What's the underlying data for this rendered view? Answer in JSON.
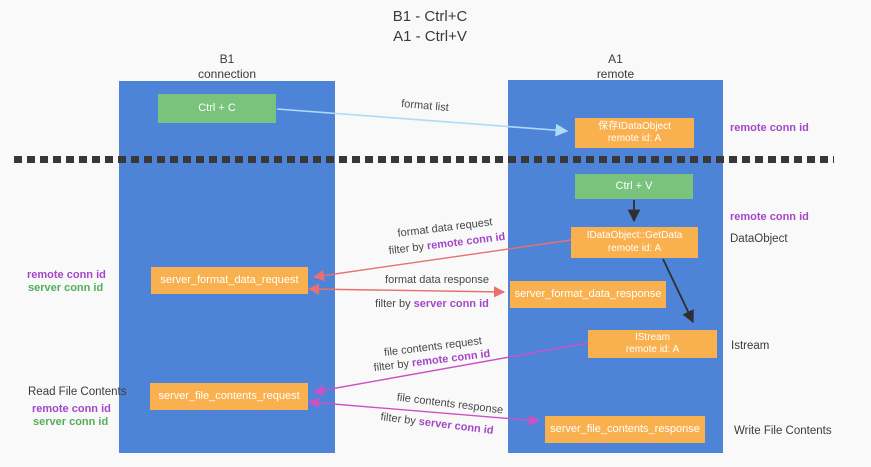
{
  "title": {
    "line1": "B1 - Ctrl+C",
    "line2": "A1 - Ctrl+V"
  },
  "columns": {
    "left": {
      "name": "B1",
      "role": "connection"
    },
    "right": {
      "name": "A1",
      "role": "remote"
    }
  },
  "nodes": {
    "ctrl_c": {
      "label": "Ctrl + C"
    },
    "save_idataobject": {
      "line1": "保存IDataObject",
      "line2": "remote id: A"
    },
    "ctrl_v": {
      "label": "Ctrl + V"
    },
    "getdata": {
      "line1": "IDataObject::GetData",
      "line2": "remote id: A"
    },
    "format_request": {
      "label": "server_format_data_request"
    },
    "format_response": {
      "label": "server_format_data_response"
    },
    "istream": {
      "line1": "IStream",
      "line2": "remote id: A"
    },
    "file_request": {
      "label": "server_file_contents_request"
    },
    "file_response": {
      "label": "server_file_contents_response"
    }
  },
  "edges": {
    "format_list": {
      "label": "format list"
    },
    "format_request": {
      "label": "format data request",
      "filter_prefix": "filter by",
      "filter_key": "remote conn id"
    },
    "format_response": {
      "label": "format data response",
      "filter_prefix": "filter by",
      "filter_key": "server conn id"
    },
    "file_request": {
      "label": "file contents request",
      "filter_prefix": "filter by",
      "filter_key": "remote conn id"
    },
    "file_response": {
      "label": "file contents response",
      "filter_prefix": "filter by",
      "filter_key": "server conn id"
    }
  },
  "annotations": {
    "right_clipboard_id": "remote conn id",
    "right_dataobject_id": "remote conn id",
    "right_dataobject": "DataObject",
    "right_istream": "Istream",
    "right_write": "Write File Contents",
    "left_format_remote": "remote conn id",
    "left_format_server": "server conn id",
    "left_read": "Read File Contents",
    "left_file_remote": "remote conn id",
    "left_file_server": "server conn id"
  },
  "colors": {
    "background": "#f9f9f9",
    "column_blue": "#4e84d7",
    "node_green": "#79c37d",
    "node_orange": "#f9b04e",
    "conn_id_purple": "#a546c8",
    "conn_id_green": "#53ae5a",
    "arrow_blue": "#aedcf7",
    "arrow_red": "#ea6f6f",
    "arrow_magenta": "#cc52c4",
    "arrow_black": "#2f2f2f"
  }
}
